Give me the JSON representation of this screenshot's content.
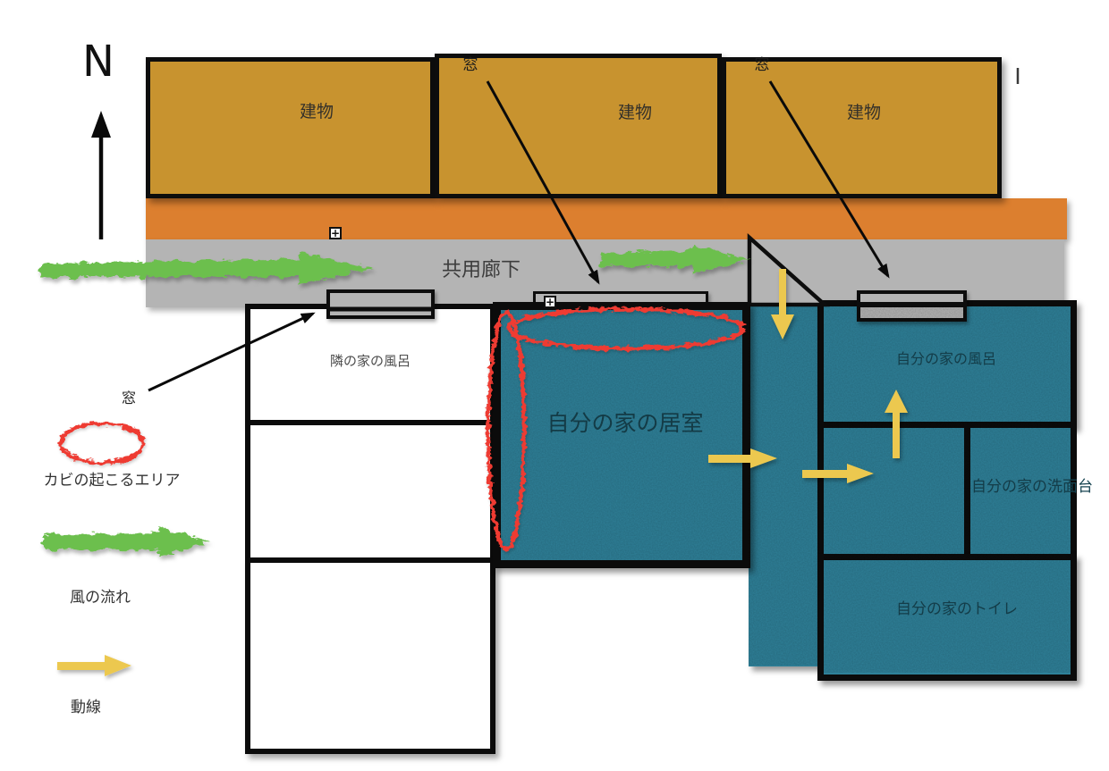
{
  "compass": {
    "north_label": "N"
  },
  "buildings": [
    {
      "label": "建物"
    },
    {
      "label": "建物"
    },
    {
      "label": "建物"
    }
  ],
  "corridor": {
    "label": "共用廊下"
  },
  "window_labels": {
    "building2": "窓",
    "building3": "窓",
    "neighbor": "窓"
  },
  "markers": {
    "expand_symbol": "+"
  },
  "rooms": {
    "neighbor_bath": "隣の家の風呂",
    "my_living": "自分の家の居室",
    "my_bath": "自分の家の風呂",
    "my_washstand": "自分の家の洗面台",
    "my_toilet": "自分の家のトイレ"
  },
  "legend": {
    "mold_area_label": "カビの起こるエリア",
    "wind_flow_label": "風の流れ",
    "movement_line_label": "動線"
  },
  "icons": {
    "north_arrow": "up-arrow",
    "mold_marker": "red-sketch-ellipse",
    "wind_marker": "green-crayon-arrow",
    "movement_marker": "yellow-arrow",
    "window_pointer": "black-arrow",
    "door_triangle": "open-door-triangle",
    "expand_marker": "plus-box"
  },
  "colors": {
    "building": "#C8932F",
    "walkway_orange": "#DC7F2F",
    "corridor_gray": "#B4B4B4",
    "room_teal": "#2F8199",
    "wind_green": "#6CBF4D",
    "movement_yellow": "#ECC84F",
    "mold_red": "#EE3B33",
    "outline_black": "#0D0D0D"
  }
}
